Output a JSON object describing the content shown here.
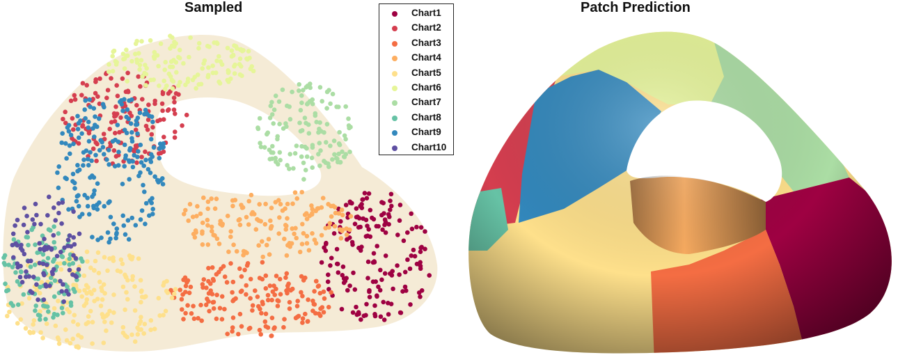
{
  "titles": {
    "left": "Sampled",
    "right": "Patch Prediction"
  },
  "legend": [
    {
      "label": "Chart1",
      "color": "#9e0142"
    },
    {
      "label": "Chart2",
      "color": "#d53e4f"
    },
    {
      "label": "Chart3",
      "color": "#f46d43"
    },
    {
      "label": "Chart4",
      "color": "#fdae61"
    },
    {
      "label": "Chart5",
      "color": "#fee08b"
    },
    {
      "label": "Chart6",
      "color": "#e6f598"
    },
    {
      "label": "Chart7",
      "color": "#abdda4"
    },
    {
      "label": "Chart8",
      "color": "#66c2a5"
    },
    {
      "label": "Chart9",
      "color": "#3288bd"
    },
    {
      "label": "Chart10",
      "color": "#5e4fa2"
    }
  ],
  "surface_color": "#f1e4c8"
}
